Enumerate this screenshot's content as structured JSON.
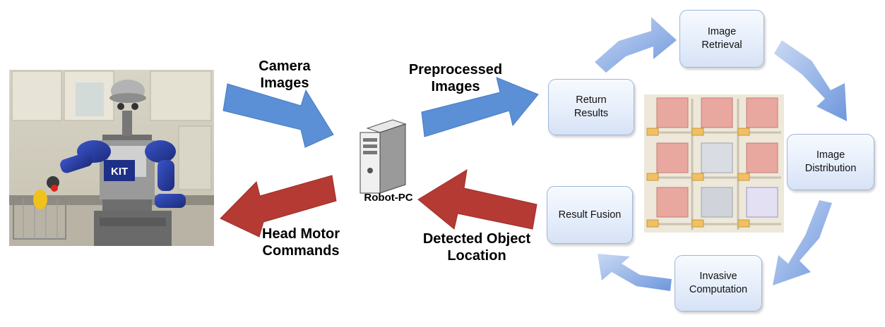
{
  "flow_labels": {
    "camera_images": [
      "Camera",
      "Images"
    ],
    "preprocessed_images": [
      "Preprocessed",
      "Images"
    ],
    "head_motor_commands": [
      "Head Motor",
      "Commands"
    ],
    "detected_object_location": [
      "Detected Object",
      "Location"
    ],
    "robot_pc": "Robot-PC"
  },
  "cycle_steps": {
    "image_retrieval": [
      "Image",
      "Retrieval"
    ],
    "image_distribution": [
      "Image",
      "Distribution"
    ],
    "invasive_computation": [
      "Invasive",
      "Computation"
    ],
    "result_fusion": [
      "Result Fusion"
    ],
    "return_results": [
      "Return",
      "Results"
    ]
  },
  "robot_logo": "KIT",
  "colors": {
    "forward_arrow": "#5b8fd6",
    "return_arrow": "#b53a33",
    "cycle_arrow": "#8fb0e6",
    "step_border": "#9db6da"
  }
}
